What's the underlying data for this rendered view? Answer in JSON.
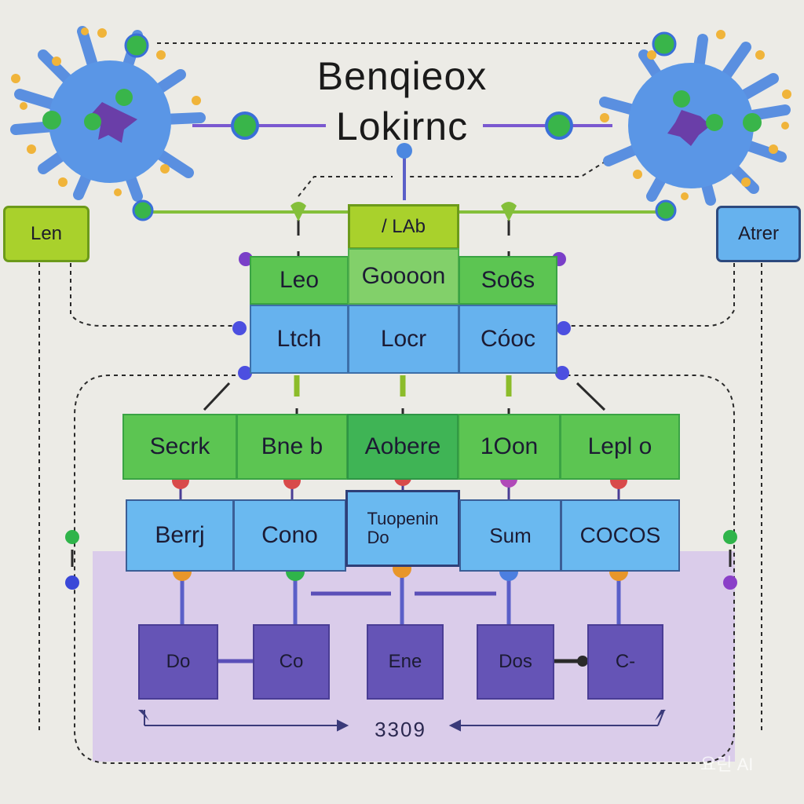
{
  "title": {
    "line1": "Benqieox",
    "line2": "Lokirnc"
  },
  "side_labels": {
    "left": "Len",
    "right": "Atrer"
  },
  "top_label": "/ LAb",
  "top_grid": {
    "row1": [
      "Leo",
      "Goooon",
      "So6s"
    ],
    "row2": [
      "Ltch",
      "Locr",
      "Cóoc"
    ]
  },
  "middle_grid": {
    "row1": [
      "Secrk",
      "Bne b",
      "Aobere",
      "1Oon",
      "Lepl o"
    ],
    "row2": [
      "Berrj",
      "Cono",
      "Tuopenin\nDo",
      "Sum",
      "COCOS"
    ]
  },
  "bottom_boxes": [
    "Do",
    "Co",
    "Ene",
    "Dos",
    "C-"
  ],
  "bottom_label": "3309",
  "watermark": "요린 AI",
  "colors": {
    "green": "#5cc552",
    "lime": "#a9d12c",
    "blue": "#66b2ee",
    "purple": "#6554b6",
    "lavender": "#d7c7ea",
    "virus": "#5a8fe0"
  },
  "icons": [
    "virus-left-icon",
    "virus-right-icon"
  ]
}
